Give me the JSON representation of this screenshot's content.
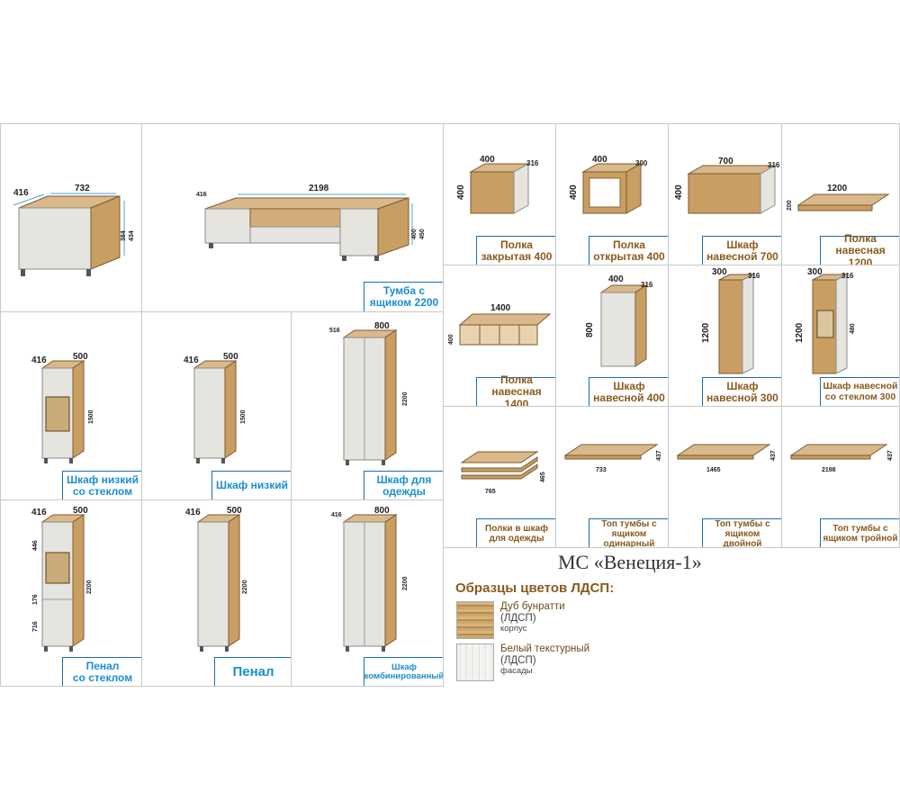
{
  "title": "МС «Венеция-1»",
  "samples": {
    "heading": "Образцы цветов ЛДСП:",
    "items": [
      {
        "name": "Дуб бунратти",
        "material": "(ЛДСП)",
        "usage": "корпус",
        "color": "#c9a46b"
      },
      {
        "name": "Белый текстурный",
        "material": "(ЛДСП)",
        "usage": "фасады",
        "color": "#ecebe8"
      }
    ]
  },
  "items": [
    {
      "id": "tumba-800",
      "label": [
        "",
        ""
      ],
      "dims": [
        "416",
        "732",
        "384",
        "434"
      ]
    },
    {
      "id": "tumba-2200",
      "label": [
        "Тумба с",
        "ящиком 2200"
      ],
      "dims": [
        "416",
        "2198",
        "400",
        "450"
      ]
    },
    {
      "id": "polka-zakr-400",
      "label": [
        "Полка",
        "закрытая 400"
      ],
      "dims": [
        "400",
        "316",
        "400"
      ]
    },
    {
      "id": "polka-otkr-400",
      "label": [
        "Полка",
        "открытая 400"
      ],
      "dims": [
        "400",
        "300",
        "400"
      ]
    },
    {
      "id": "shkaf-nav-700",
      "label": [
        "Шкаф",
        "навесной 700"
      ],
      "dims": [
        "700",
        "316",
        "400"
      ]
    },
    {
      "id": "polka-nav-1200",
      "label": [
        "Полка",
        "навесная 1200"
      ],
      "dims": [
        "1200",
        "200"
      ]
    },
    {
      "id": "polka-nav-1400",
      "label": [
        "Полка",
        "навесная 1400"
      ],
      "dims": [
        "1400",
        "400"
      ]
    },
    {
      "id": "shkaf-nav-400",
      "label": [
        "Шкаф",
        "навесной 400"
      ],
      "dims": [
        "400",
        "316",
        "800"
      ]
    },
    {
      "id": "shkaf-nav-300",
      "label": [
        "Шкаф",
        "навесной 300"
      ],
      "dims": [
        "300",
        "316",
        "1200"
      ]
    },
    {
      "id": "shkaf-nav-steklo-300",
      "label": [
        "Шкаф навесной",
        "со стеклом 300"
      ],
      "dims": [
        "300",
        "316",
        "1200",
        "480"
      ]
    },
    {
      "id": "shkaf-nizkiy-steklo",
      "label": [
        "Шкаф низкий",
        "со стеклом"
      ],
      "dims": [
        "416",
        "500",
        "1500"
      ]
    },
    {
      "id": "shkaf-nizkiy",
      "label": [
        "Шкаф низкий",
        ""
      ],
      "dims": [
        "416",
        "500",
        "1500"
      ]
    },
    {
      "id": "shkaf-odezhdy",
      "label": [
        "Шкаф для",
        "одежды"
      ],
      "dims": [
        "516",
        "800",
        "2200"
      ]
    },
    {
      "id": "polki-v-shkaf",
      "label": [
        "Полки в шкаф",
        "для одежды"
      ],
      "dims": [
        "765",
        "465"
      ]
    },
    {
      "id": "top-odin",
      "label": [
        "Топ тумбы с",
        "ящиком одинарный"
      ],
      "dims": [
        "733",
        "437"
      ]
    },
    {
      "id": "top-dvoy",
      "label": [
        "Топ тумбы с",
        "ящиком двойной"
      ],
      "dims": [
        "1465",
        "437"
      ]
    },
    {
      "id": "top-troy",
      "label": [
        "Топ тумбы с",
        "ящиком тройной"
      ],
      "dims": [
        "2198",
        "437"
      ]
    },
    {
      "id": "penal-steklo",
      "label": [
        "Пенал",
        "со стеклом"
      ],
      "dims": [
        "416",
        "500",
        "446",
        "176",
        "716",
        "2200"
      ]
    },
    {
      "id": "penal",
      "label": [
        "Пенал",
        ""
      ],
      "dims": [
        "416",
        "500",
        "2200"
      ]
    },
    {
      "id": "shkaf-komb",
      "label": [
        "Шкаф",
        "комбинированный"
      ],
      "dims": [
        "416",
        "800",
        "2200"
      ]
    }
  ]
}
